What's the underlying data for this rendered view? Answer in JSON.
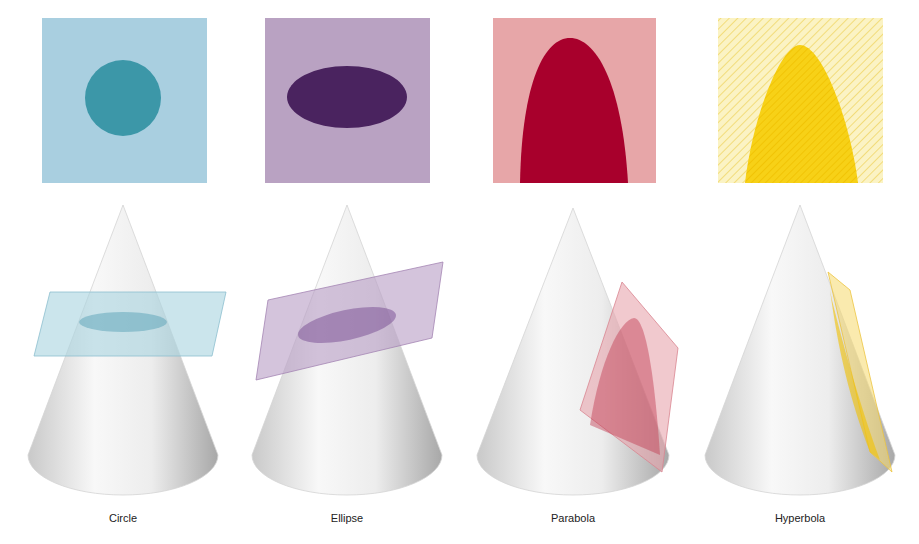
{
  "diagram": {
    "labels": [
      "Circle",
      "Ellipse",
      "Parabola",
      "Hyperbola"
    ]
  }
}
